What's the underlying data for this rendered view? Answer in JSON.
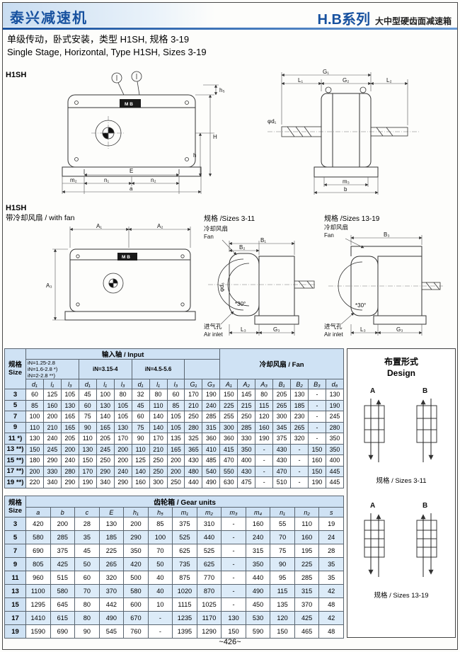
{
  "header": {
    "brand": "泰兴减速机",
    "series": "H.B系列",
    "series_desc": "大中型硬齿面减速箱",
    "subtitle_cn": "单级传动，卧式安装，类型 H1SH, 规格 3-19",
    "subtitle_en": "Single Stage, Horizontal, Type H1SH, Sizes 3-19"
  },
  "drawings": {
    "type_label": "H1SH",
    "fan_type_label": "H1SH",
    "fan_note": "带冷却风扇 / with fan",
    "caption_sizes_3_11": "规格 /Sizes 3-11",
    "caption_sizes_13_19": "规格 /Sizes 13-19",
    "nameplate": "M B",
    "fan_label_cn": "冷却风扇",
    "fan_label_en": "Fan",
    "air_inlet_cn": "进气孔",
    "air_inlet_en": "Air inlet",
    "angle_note": "*30°",
    "dims": {
      "E": "E",
      "n1": "n₁",
      "n2": "n₂",
      "a": "a",
      "m2": "m₂",
      "m3": "m₃",
      "b": "b",
      "H": "H",
      "h": "h",
      "h5": "h₅",
      "L1": "L₁",
      "L2": "L₂",
      "L3": "L₃",
      "G1": "G₁",
      "G2": "G₂",
      "G3": "G₃",
      "A1": "A₁",
      "A2": "A₂",
      "A3": "A₃",
      "B1": "B₁",
      "B2": "B₂",
      "B3": "B₃",
      "d1": "φd₁",
      "d6": "φd₆"
    }
  },
  "input_table": {
    "size_header_cn": "规格",
    "size_header_en": "Size",
    "group_input": "输入轴 / Input",
    "group_fan": "冷却风扇 / Fan",
    "in_group1_lines": [
      "iN=1.25-2.8",
      "iN=1.6-2.8 *)",
      "iN=2-2.8 **)"
    ],
    "in_group2": "iN=3.15-4",
    "in_group3": "iN=4.5-5.6",
    "columns": [
      "d₁",
      "l₁",
      "l₃",
      "d₁",
      "l₁",
      "l₃",
      "d₁",
      "l₁",
      "l₃",
      "G₁",
      "G₃",
      "A₁",
      "A₂",
      "A₃",
      "B₁",
      "B₂",
      "B₃",
      "d₆"
    ],
    "rows": [
      {
        "size": "3",
        "values": [
          "60",
          "125",
          "105",
          "45",
          "100",
          "80",
          "32",
          "80",
          "60",
          "170",
          "190",
          "150",
          "145",
          "80",
          "205",
          "130",
          "-",
          "130"
        ]
      },
      {
        "size": "5",
        "values": [
          "85",
          "160",
          "130",
          "60",
          "130",
          "105",
          "45",
          "110",
          "85",
          "210",
          "240",
          "225",
          "215",
          "115",
          "265",
          "185",
          "-",
          "190"
        ]
      },
      {
        "size": "7",
        "values": [
          "100",
          "200",
          "165",
          "75",
          "140",
          "105",
          "60",
          "140",
          "105",
          "250",
          "285",
          "255",
          "250",
          "120",
          "300",
          "230",
          "-",
          "245"
        ]
      },
      {
        "size": "9",
        "values": [
          "110",
          "210",
          "165",
          "90",
          "165",
          "130",
          "75",
          "140",
          "105",
          "280",
          "315",
          "300",
          "285",
          "160",
          "345",
          "265",
          "-",
          "280"
        ]
      },
      {
        "size": "11 *)",
        "values": [
          "130",
          "240",
          "205",
          "110",
          "205",
          "170",
          "90",
          "170",
          "135",
          "325",
          "360",
          "360",
          "330",
          "190",
          "375",
          "320",
          "-",
          "350"
        ]
      },
      {
        "size": "13 **)",
        "values": [
          "150",
          "245",
          "200",
          "130",
          "245",
          "200",
          "110",
          "210",
          "165",
          "365",
          "410",
          "415",
          "350",
          "-",
          "430",
          "-",
          "150",
          "350"
        ]
      },
      {
        "size": "15 **)",
        "values": [
          "180",
          "290",
          "240",
          "150",
          "250",
          "200",
          "125",
          "250",
          "200",
          "430",
          "485",
          "470",
          "400",
          "-",
          "430",
          "-",
          "160",
          "400"
        ]
      },
      {
        "size": "17 **)",
        "values": [
          "200",
          "330",
          "280",
          "170",
          "290",
          "240",
          "140",
          "250",
          "200",
          "480",
          "540",
          "550",
          "430",
          "-",
          "470",
          "-",
          "150",
          "445"
        ]
      },
      {
        "size": "19 **)",
        "values": [
          "220",
          "340",
          "290",
          "190",
          "340",
          "290",
          "160",
          "300",
          "250",
          "440",
          "490",
          "630",
          "475",
          "-",
          "510",
          "-",
          "190",
          "445"
        ]
      }
    ]
  },
  "gear_table": {
    "size_header_cn": "规格",
    "size_header_en": "Size",
    "group": "齿轮箱 / Gear units",
    "columns": [
      "a",
      "b",
      "c",
      "E",
      "h₁",
      "h₅",
      "m₁",
      "m₂",
      "m₃",
      "m₄",
      "n₁",
      "n₂",
      "s"
    ],
    "rows": [
      {
        "size": "3",
        "values": [
          "420",
          "200",
          "28",
          "130",
          "200",
          "85",
          "375",
          "310",
          "-",
          "160",
          "55",
          "110",
          "19"
        ]
      },
      {
        "size": "5",
        "values": [
          "580",
          "285",
          "35",
          "185",
          "290",
          "100",
          "525",
          "440",
          "-",
          "240",
          "70",
          "160",
          "24"
        ]
      },
      {
        "size": "7",
        "values": [
          "690",
          "375",
          "45",
          "225",
          "350",
          "70",
          "625",
          "525",
          "-",
          "315",
          "75",
          "195",
          "28"
        ]
      },
      {
        "size": "9",
        "values": [
          "805",
          "425",
          "50",
          "265",
          "420",
          "50",
          "735",
          "625",
          "-",
          "350",
          "90",
          "225",
          "35"
        ]
      },
      {
        "size": "11",
        "values": [
          "960",
          "515",
          "60",
          "320",
          "500",
          "40",
          "875",
          "770",
          "-",
          "440",
          "95",
          "285",
          "35"
        ]
      },
      {
        "size": "13",
        "values": [
          "1100",
          "580",
          "70",
          "370",
          "580",
          "40",
          "1020",
          "870",
          "-",
          "490",
          "115",
          "315",
          "42"
        ]
      },
      {
        "size": "15",
        "values": [
          "1295",
          "645",
          "80",
          "442",
          "600",
          "10",
          "1115",
          "1025",
          "-",
          "450",
          "135",
          "370",
          "48"
        ]
      },
      {
        "size": "17",
        "values": [
          "1410",
          "615",
          "80",
          "490",
          "670",
          "-",
          "1235",
          "1170",
          "130",
          "530",
          "120",
          "425",
          "42"
        ]
      },
      {
        "size": "19",
        "values": [
          "1590",
          "690",
          "90",
          "545",
          "760",
          "-",
          "1395",
          "1290",
          "150",
          "590",
          "150",
          "465",
          "48"
        ]
      }
    ]
  },
  "design_panel": {
    "title_cn": "布置形式",
    "title_en": "Design",
    "diagram_a": "A",
    "diagram_b": "B",
    "caption1": "规格 / Sizes 3-11",
    "caption2": "规格 / Sizes 13-19"
  },
  "page": {
    "footer": "~426~"
  }
}
